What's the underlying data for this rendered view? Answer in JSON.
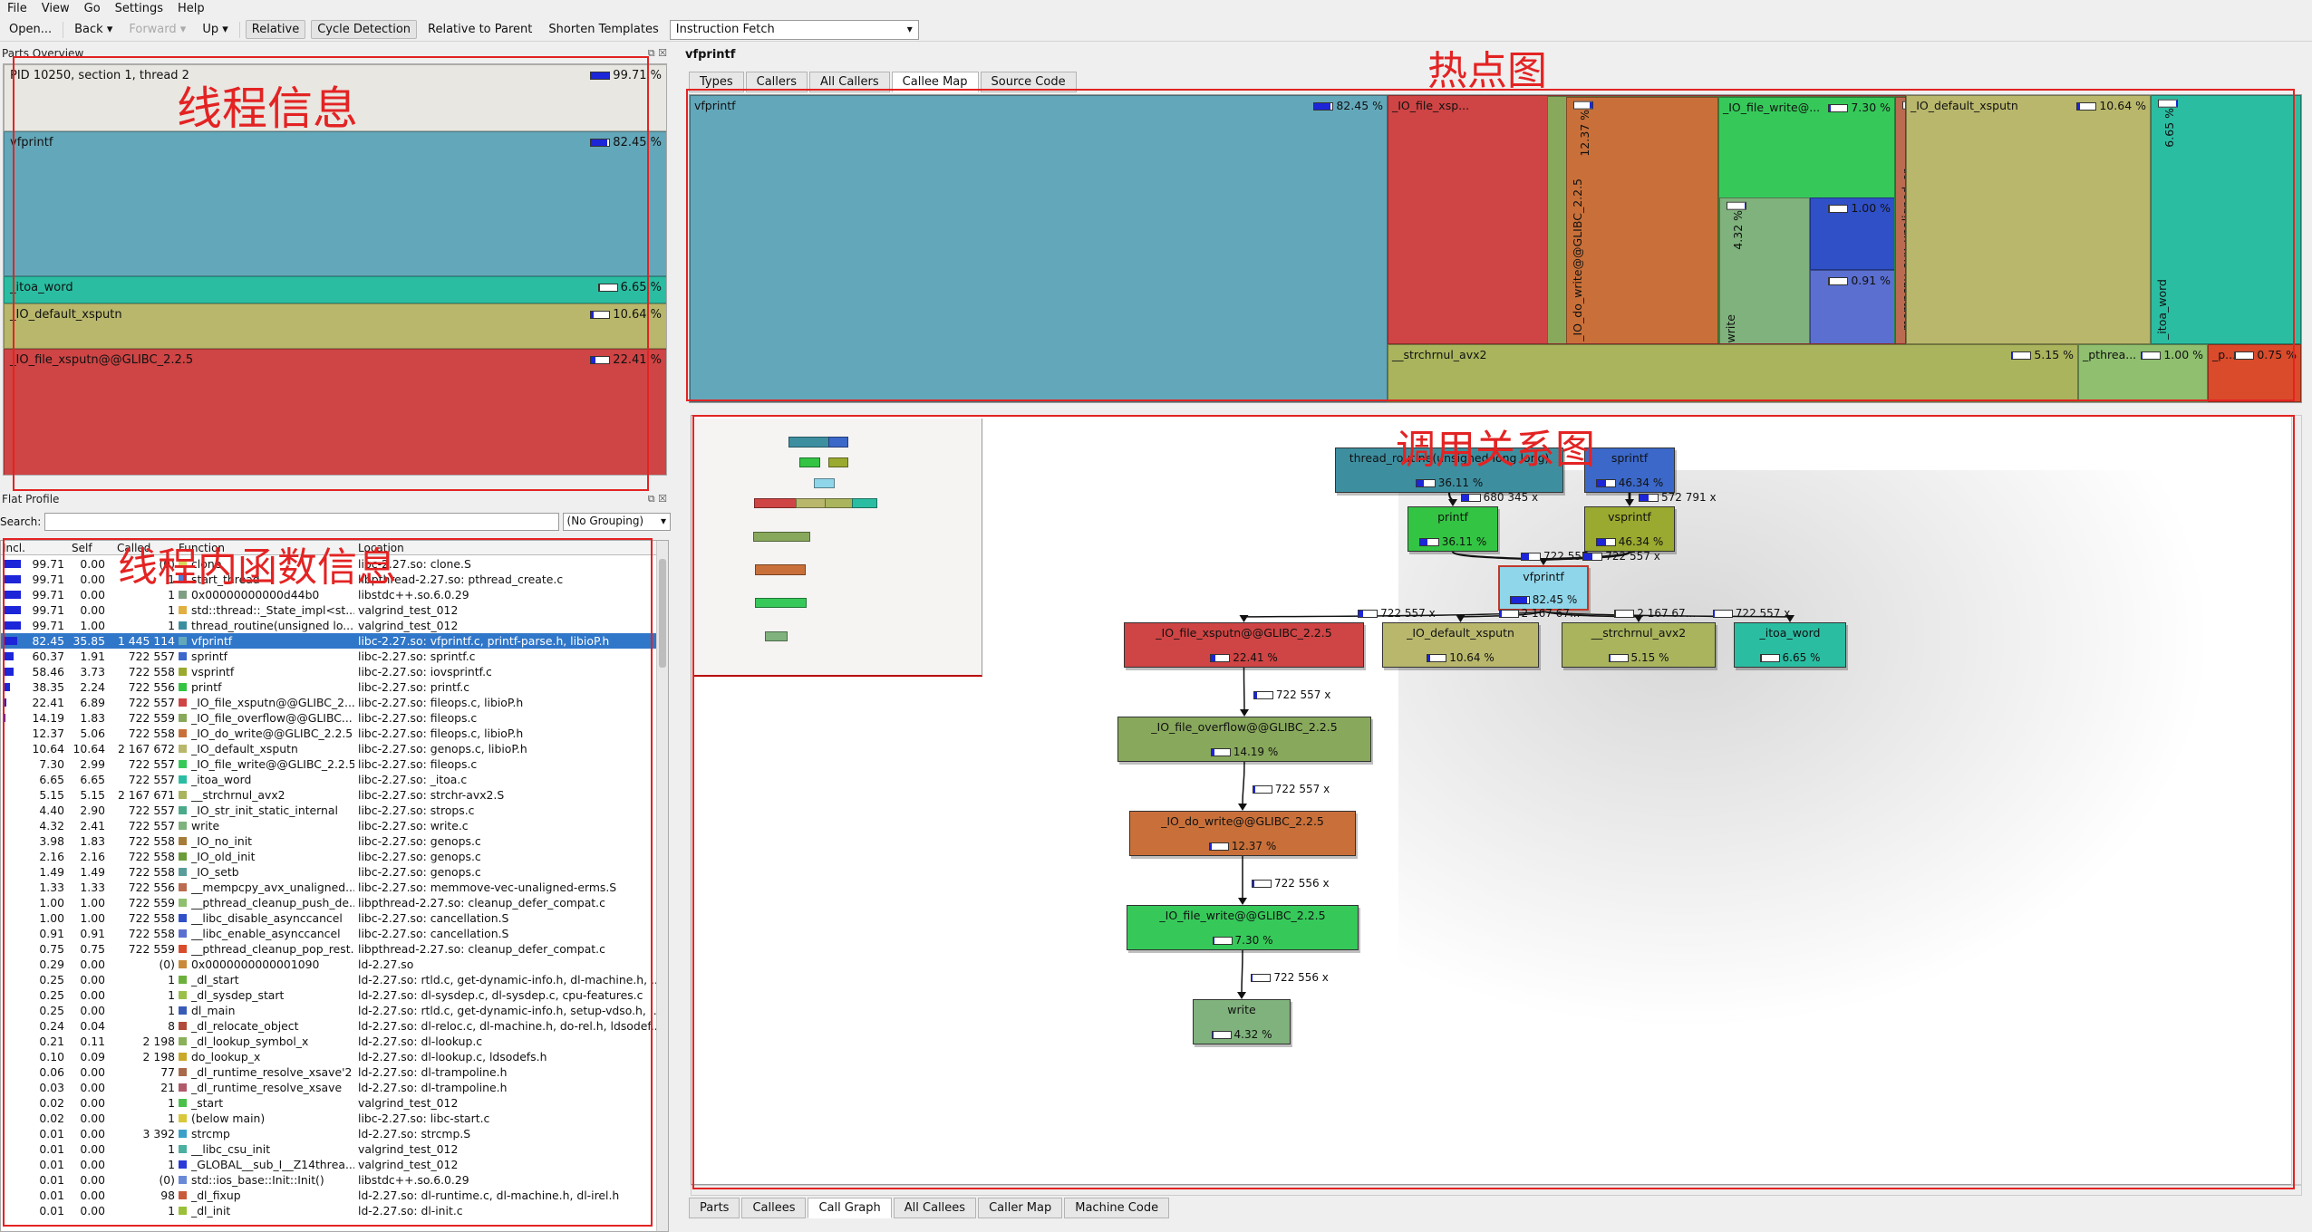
{
  "menu": [
    "File",
    "View",
    "Go",
    "Settings",
    "Help"
  ],
  "toolbar": {
    "open": "Open...",
    "back": "Back",
    "forward": "Forward",
    "up": "Up",
    "relative": "Relative",
    "cycle": "Cycle Detection",
    "rel_parent": "Relative to Parent",
    "shorten": "Shorten Templates",
    "event": "Instruction Fetch"
  },
  "parts": {
    "title": "Parts Overview",
    "blocks": [
      {
        "label": "PID 10250, section 1, thread 2",
        "pct": "99.71 %",
        "fill": 0.997,
        "color": "#e9e7e2"
      },
      {
        "label": "vfprintf",
        "pct": "82.45 %",
        "fill": 0.8245,
        "color": "#63a8ba"
      },
      {
        "label": "_itoa_word",
        "pct": "6.65 %",
        "fill": 0.0665,
        "color": "#2bbda2"
      },
      {
        "label": "_IO_default_xsputn",
        "pct": "10.64 %",
        "fill": 0.1064,
        "color": "#b8b76c"
      },
      {
        "label": "_IO_file_xsputn@@GLIBC_2.2.5",
        "pct": "22.41 %",
        "fill": 0.2241,
        "color": "#cf4444"
      },
      {
        "label": "__strchrnul_avx2",
        "pct": "5.15 %",
        "fill": 0.0515,
        "color": "#a9b45d"
      }
    ]
  },
  "annotations": {
    "thread": "线程信息",
    "funcs": "线程内函数信息",
    "hotmap": "热点图",
    "callgraph": "调用关系图"
  },
  "flat": {
    "title": "Flat Profile",
    "search_label": "Search:",
    "grouping": "(No Grouping)",
    "headers": {
      "incl": "Incl.",
      "self": "Self",
      "called": "Called",
      "function": "Function",
      "location": "Location"
    },
    "rows": [
      {
        "incl": "99.71",
        "self": "0.00",
        "called": "(0)",
        "fn": "clone",
        "loc": "libc-2.27.so: clone.S",
        "c": "#d8d45a",
        "b": 0.997
      },
      {
        "incl": "99.71",
        "self": "0.00",
        "called": "1",
        "fn": "start_thread",
        "loc": "libpthread-2.27.so: pthread_create.c",
        "c": "#4a7fdd",
        "b": 0.997
      },
      {
        "incl": "99.71",
        "self": "0.00",
        "called": "1",
        "fn": "0x00000000000d44b0",
        "loc": "libstdc++.so.6.0.29",
        "c": "#7f9f82",
        "b": 0.997
      },
      {
        "incl": "99.71",
        "self": "0.00",
        "called": "1",
        "fn": "std::thread::_State_impl<st...",
        "loc": "valgrind_test_012",
        "c": "#e0b040",
        "b": 0.997
      },
      {
        "incl": "99.71",
        "self": "1.00",
        "called": "1",
        "fn": "thread_routine(unsigned lo...",
        "loc": "valgrind_test_012",
        "c": "#3d8fa0",
        "b": 0.997
      },
      {
        "incl": "82.45",
        "self": "35.85",
        "called": "1 445 114",
        "fn": "vfprintf",
        "loc": "libc-2.27.so: vfprintf.c, printf-parse.h, libioP.h",
        "c": "#63a8ba",
        "b": 0.8245,
        "sel": true
      },
      {
        "incl": "60.37",
        "self": "1.91",
        "called": "722 557",
        "fn": "sprintf",
        "loc": "libc-2.27.so: sprintf.c",
        "c": "#3b68c9",
        "b": 0.6037
      },
      {
        "incl": "58.46",
        "self": "3.73",
        "called": "722 558",
        "fn": "vsprintf",
        "loc": "libc-2.27.so: iovsprintf.c",
        "c": "#9aa92f",
        "b": 0.5846
      },
      {
        "incl": "38.35",
        "self": "2.24",
        "called": "722 556",
        "fn": "printf",
        "loc": "libc-2.27.so: printf.c",
        "c": "#33c443",
        "b": 0.3835
      },
      {
        "incl": "22.41",
        "self": "6.89",
        "called": "722 557",
        "fn": "_IO_file_xsputn@@GLIBC_2...",
        "loc": "libc-2.27.so: fileops.c, libioP.h",
        "c": "#cf4444",
        "b": 0.2241
      },
      {
        "incl": "14.19",
        "self": "1.83",
        "called": "722 559",
        "fn": "_IO_file_overflow@@GLIBC...",
        "loc": "libc-2.27.so: fileops.c",
        "c": "#88a85c",
        "b": 0.1419
      },
      {
        "incl": "12.37",
        "self": "5.06",
        "called": "722 558",
        "fn": "_IO_do_write@@GLIBC_2.2.5",
        "loc": "libc-2.27.so: fileops.c, libioP.h",
        "c": "#c9703a",
        "b": 0.1237
      },
      {
        "incl": "10.64",
        "self": "10.64",
        "called": "2 167 672",
        "fn": "_IO_default_xsputn",
        "loc": "libc-2.27.so: genops.c, libioP.h",
        "c": "#b8b76c",
        "b": 0.1064
      },
      {
        "incl": "7.30",
        "self": "2.99",
        "called": "722 557",
        "fn": "_IO_file_write@@GLIBC_2.2.5",
        "loc": "libc-2.27.so: fileops.c",
        "c": "#36c95a",
        "b": 0.073
      },
      {
        "incl": "6.65",
        "self": "6.65",
        "called": "722 557",
        "fn": "_itoa_word",
        "loc": "libc-2.27.so: _itoa.c",
        "c": "#2bbda2",
        "b": 0.0665
      },
      {
        "incl": "5.15",
        "self": "5.15",
        "called": "2 167 671",
        "fn": "__strchrnul_avx2",
        "loc": "libc-2.27.so: strchr-avx2.S",
        "c": "#a9b45d",
        "b": 0.0515
      },
      {
        "incl": "4.40",
        "self": "2.90",
        "called": "722 557",
        "fn": "_IO_str_init_static_internal",
        "loc": "libc-2.27.so: strops.c",
        "c": "#4aaa8a",
        "b": 0.044
      },
      {
        "incl": "4.32",
        "self": "2.41",
        "called": "722 557",
        "fn": "write",
        "loc": "libc-2.27.so: write.c",
        "c": "#7fb27c",
        "b": 0.0432
      },
      {
        "incl": "3.98",
        "self": "1.83",
        "called": "722 558",
        "fn": "_IO_no_init",
        "loc": "libc-2.27.so: genops.c",
        "c": "#a67c3a",
        "b": 0.0398
      },
      {
        "incl": "2.16",
        "self": "2.16",
        "called": "722 558",
        "fn": "_IO_old_init",
        "loc": "libc-2.27.so: genops.c",
        "c": "#6a9c3a",
        "b": 0.0216
      },
      {
        "incl": "1.49",
        "self": "1.49",
        "called": "722 558",
        "fn": "_IO_setb",
        "loc": "libc-2.27.so: genops.c",
        "c": "#5a9c9c",
        "b": 0.0149
      },
      {
        "incl": "1.33",
        "self": "1.33",
        "called": "722 556",
        "fn": "__mempcpy_avx_unaligned...",
        "loc": "libc-2.27.so: memmove-vec-unaligned-erms.S",
        "c": "#bb6b50",
        "b": 0.0133
      },
      {
        "incl": "1.00",
        "self": "1.00",
        "called": "722 559",
        "fn": "__pthread_cleanup_push_de...",
        "loc": "libpthread-2.27.so: cleanup_defer_compat.c",
        "c": "#8fbf6f",
        "b": 0.01
      },
      {
        "incl": "1.00",
        "self": "1.00",
        "called": "722 558",
        "fn": "__libc_disable_asynccancel",
        "loc": "libc-2.27.so: cancellation.S",
        "c": "#3050c8",
        "b": 0.01
      },
      {
        "incl": "0.91",
        "self": "0.91",
        "called": "722 558",
        "fn": "__libc_enable_asynccancel",
        "loc": "libc-2.27.so: cancellation.S",
        "c": "#5a6fd0",
        "b": 0.0091
      },
      {
        "incl": "0.75",
        "self": "0.75",
        "called": "722 559",
        "fn": "__pthread_cleanup_pop_rest...",
        "loc": "libpthread-2.27.so: cleanup_defer_compat.c",
        "c": "#d94b2b",
        "b": 0.0075
      },
      {
        "incl": "0.29",
        "self": "0.00",
        "called": "(0)",
        "fn": "0x0000000000001090",
        "loc": "ld-2.27.so",
        "c": "#c98a3a",
        "b": 0.0029
      },
      {
        "incl": "0.25",
        "self": "0.00",
        "called": "1",
        "fn": "_dl_start",
        "loc": "ld-2.27.so: rtld.c, get-dynamic-info.h, dl-machine.h, ...",
        "c": "#6cb03c",
        "b": 0.0025
      },
      {
        "incl": "0.25",
        "self": "0.00",
        "called": "1",
        "fn": "_dl_sysdep_start",
        "loc": "ld-2.27.so: dl-sysdep.c, dl-sysdep.c, cpu-features.c",
        "c": "#9ac04a",
        "b": 0.0025
      },
      {
        "incl": "0.25",
        "self": "0.00",
        "called": "1",
        "fn": "dl_main",
        "loc": "ld-2.27.so: rtld.c, get-dynamic-info.h, setup-vdso.h, ...",
        "c": "#3a5ab8",
        "b": 0.0025
      },
      {
        "incl": "0.24",
        "self": "0.04",
        "called": "8",
        "fn": "_dl_relocate_object",
        "loc": "ld-2.27.so: dl-reloc.c, dl-machine.h, do-rel.h, ldsodef...",
        "c": "#b04a3a",
        "b": 0.0024
      },
      {
        "incl": "0.21",
        "self": "0.11",
        "called": "2 198",
        "fn": "_dl_lookup_symbol_x",
        "loc": "ld-2.27.so: dl-lookup.c",
        "c": "#8ab05a",
        "b": 0.0021
      },
      {
        "incl": "0.10",
        "self": "0.09",
        "called": "2 198",
        "fn": "do_lookup_x",
        "loc": "ld-2.27.so: dl-lookup.c, ldsodefs.h",
        "c": "#c9a82a",
        "b": 0.001
      },
      {
        "incl": "0.06",
        "self": "0.00",
        "called": "77",
        "fn": "_dl_runtime_resolve_xsave'2",
        "loc": "ld-2.27.so: dl-trampoline.h",
        "c": "#a86a4a",
        "b": 0.0006
      },
      {
        "incl": "0.03",
        "self": "0.00",
        "called": "21",
        "fn": "_dl_runtime_resolve_xsave",
        "loc": "ld-2.27.so: dl-trampoline.h",
        "c": "#b05a6a",
        "b": 0.0003
      },
      {
        "incl": "0.02",
        "self": "0.00",
        "called": "1",
        "fn": "_start",
        "loc": "valgrind_test_012",
        "c": "#4ac04a",
        "b": 0.0002
      },
      {
        "incl": "0.02",
        "self": "0.00",
        "called": "1",
        "fn": "(below main)",
        "loc": "libc-2.27.so: libc-start.c",
        "c": "#d8c83a",
        "b": 0.0002
      },
      {
        "incl": "0.01",
        "self": "0.00",
        "called": "3 392",
        "fn": "strcmp",
        "loc": "ld-2.27.so: strcmp.S",
        "c": "#3aa0c8",
        "b": 0.0001
      },
      {
        "incl": "0.01",
        "self": "0.00",
        "called": "1",
        "fn": "__libc_csu_init",
        "loc": "valgrind_test_012",
        "c": "#4ab0a0",
        "b": 0.0001
      },
      {
        "incl": "0.01",
        "self": "0.00",
        "called": "1",
        "fn": "_GLOBAL__sub_I__Z14thrеа...",
        "loc": "valgrind_test_012",
        "c": "#2a3ad8",
        "b": 0.0001
      },
      {
        "incl": "0.01",
        "self": "0.00",
        "called": "(0)",
        "fn": "std::ios_base::Init::Init()",
        "loc": "libstdc++.so.6.0.29",
        "c": "#6a8ad8",
        "b": 0.0001
      },
      {
        "incl": "0.01",
        "self": "0.00",
        "called": "98",
        "fn": "_dl_fixup",
        "loc": "ld-2.27.so: dl-runtime.c, dl-machine.h, dl-irel.h",
        "c": "#c85a3a",
        "b": 0.0001
      },
      {
        "incl": "0.01",
        "self": "0.00",
        "called": "1",
        "fn": "_dl_init",
        "loc": "ld-2.27.so: dl-init.c",
        "c": "#9ac03a",
        "b": 0.0001
      }
    ]
  },
  "right": {
    "title": "vfprintf",
    "top_tabs": [
      "Types",
      "Callers",
      "All Callers",
      "Callee Map",
      "Source Code"
    ],
    "top_active": "Callee Map",
    "bottom_tabs": [
      "Parts",
      "Callees",
      "Call Graph",
      "All Callees",
      "Caller Map",
      "Machine Code"
    ],
    "bottom_active": "Call Graph"
  },
  "treemap": [
    {
      "id": "vfprintf",
      "label": "vfprintf",
      "pct": "82.45 %",
      "fill": 0.8245,
      "color": "#63a8ba"
    },
    {
      "id": "xsputn",
      "label": "_IO_file_xsp...",
      "pct": "22.41 %",
      "fill": 0.2241,
      "color": "#cf4444"
    },
    {
      "id": "overflow",
      "label": "",
      "pct": "",
      "fill": 0.14,
      "color": "#88a85c"
    },
    {
      "id": "dowrite",
      "label": "_IO_do_write@@GLIBC_2.2.5",
      "pct": "12.37 %",
      "fill": 0.1237,
      "color": "#c9703a"
    },
    {
      "id": "filewrite",
      "label": "_IO_file_write@...",
      "pct": "7.30 %",
      "fill": 0.073,
      "color": "#36c95a"
    },
    {
      "id": "write",
      "label": "write",
      "pct": "4.32 %",
      "fill": 0.0432,
      "color": "#7fb27c"
    },
    {
      "id": "disable",
      "label": "",
      "pct": "1.00 %",
      "fill": 0.01,
      "color": "#3050c8"
    },
    {
      "id": "enable",
      "label": "",
      "pct": "0.91 %",
      "fill": 0.0091,
      "color": "#5a6fd0"
    },
    {
      "id": "mempcpy",
      "label": "__mempcpy_avx_unaligned_er...",
      "pct": "1.33 %",
      "fill": 0.0133,
      "color": "#bb6b50"
    },
    {
      "id": "defxsputn",
      "label": "_IO_default_xsputn",
      "pct": "10.64 %",
      "fill": 0.1064,
      "color": "#b8b76c"
    },
    {
      "id": "itoa",
      "label": "_itoa_word",
      "pct": "6.65 %",
      "fill": 0.0665,
      "color": "#2bbda2"
    },
    {
      "id": "strchrnul",
      "label": "__strchrnul_avx2",
      "pct": "5.15 %",
      "fill": 0.0515,
      "color": "#a9b45d"
    },
    {
      "id": "pthrea",
      "label": "_pthrea...",
      "pct": "1.00 %",
      "fill": 0.01,
      "color": "#8fbf6f"
    },
    {
      "id": "pop",
      "label": "_p...",
      "pct": "0.75 %",
      "fill": 0.0075,
      "color": "#d94b2b"
    }
  ],
  "graph": {
    "nodes": [
      {
        "id": "thread_routine",
        "label": "thread_routine(unsigned long long)",
        "pct": "36.11 %",
        "fill": 0.3611,
        "color": "#3d8fa0"
      },
      {
        "id": "sprintf",
        "label": "sprintf",
        "pct": "46.34 %",
        "fill": 0.4634,
        "color": "#3b68c9"
      },
      {
        "id": "printf",
        "label": "printf",
        "pct": "36.11 %",
        "fill": 0.3611,
        "color": "#33c443"
      },
      {
        "id": "vsprintf",
        "label": "vsprintf",
        "pct": "46.34 %",
        "fill": 0.4634,
        "color": "#9aa92f"
      },
      {
        "id": "vfprintf",
        "label": "vfprintf",
        "pct": "82.45 %",
        "fill": 0.8245,
        "color": "#8fd6ea"
      },
      {
        "id": "xsputn",
        "label": "_IO_file_xsputn@@GLIBC_2.2.5",
        "pct": "22.41 %",
        "fill": 0.2241,
        "color": "#cf4444"
      },
      {
        "id": "defxsputn",
        "label": "_IO_default_xsputn",
        "pct": "10.64 %",
        "fill": 0.1064,
        "color": "#b8b76c"
      },
      {
        "id": "strchrnul",
        "label": "__strchrnul_avx2",
        "pct": "5.15 %",
        "fill": 0.0515,
        "color": "#a9b45d"
      },
      {
        "id": "itoa",
        "label": "_itoa_word",
        "pct": "6.65 %",
        "fill": 0.0665,
        "color": "#2bbda2"
      },
      {
        "id": "overflow",
        "label": "_IO_file_overflow@@GLIBC_2.2.5",
        "pct": "14.19 %",
        "fill": 0.1419,
        "color": "#88a85c"
      },
      {
        "id": "dowrite",
        "label": "_IO_do_write@@GLIBC_2.2.5",
        "pct": "12.37 %",
        "fill": 0.1237,
        "color": "#c9703a"
      },
      {
        "id": "filewrite",
        "label": "_IO_file_write@@GLIBC_2.2.5",
        "pct": "7.30 %",
        "fill": 0.073,
        "color": "#36c95a"
      },
      {
        "id": "write",
        "label": "write",
        "pct": "4.32 %",
        "fill": 0.0432,
        "color": "#7fb27c"
      }
    ],
    "edges": [
      {
        "from": "thread_routine",
        "to": "printf",
        "calls": "680 345 x",
        "fill": 0.36
      },
      {
        "from": "sprintf",
        "to": "vsprintf",
        "calls": "572 791 x",
        "fill": 0.46
      },
      {
        "from": "printf",
        "to": "vfprintf",
        "calls": "722 557 x",
        "fill": 0.36
      },
      {
        "from": "vsprintf",
        "to": "vfprintf",
        "calls": "722 557 x",
        "fill": 0.46
      },
      {
        "from": "vfprintf",
        "to": "xsputn",
        "calls": "722 557 x",
        "fill": 0.22
      },
      {
        "from": "vfprintf",
        "to": "defxsputn",
        "calls": "2 167 67...",
        "fill": 0.1
      },
      {
        "from": "vfprintf",
        "to": "strchrnul",
        "calls": "2 167 67...",
        "fill": 0.05
      },
      {
        "from": "vfprintf",
        "to": "itoa",
        "calls": "722 557 x",
        "fill": 0.07
      },
      {
        "from": "xsputn",
        "to": "overflow",
        "calls": "722 557 x",
        "fill": 0.14
      },
      {
        "from": "overflow",
        "to": "dowrite",
        "calls": "722 557 x",
        "fill": 0.12
      },
      {
        "from": "dowrite",
        "to": "filewrite",
        "calls": "722 556 x",
        "fill": 0.07
      },
      {
        "from": "filewrite",
        "to": "write",
        "calls": "722 556 x",
        "fill": 0.04
      }
    ]
  }
}
